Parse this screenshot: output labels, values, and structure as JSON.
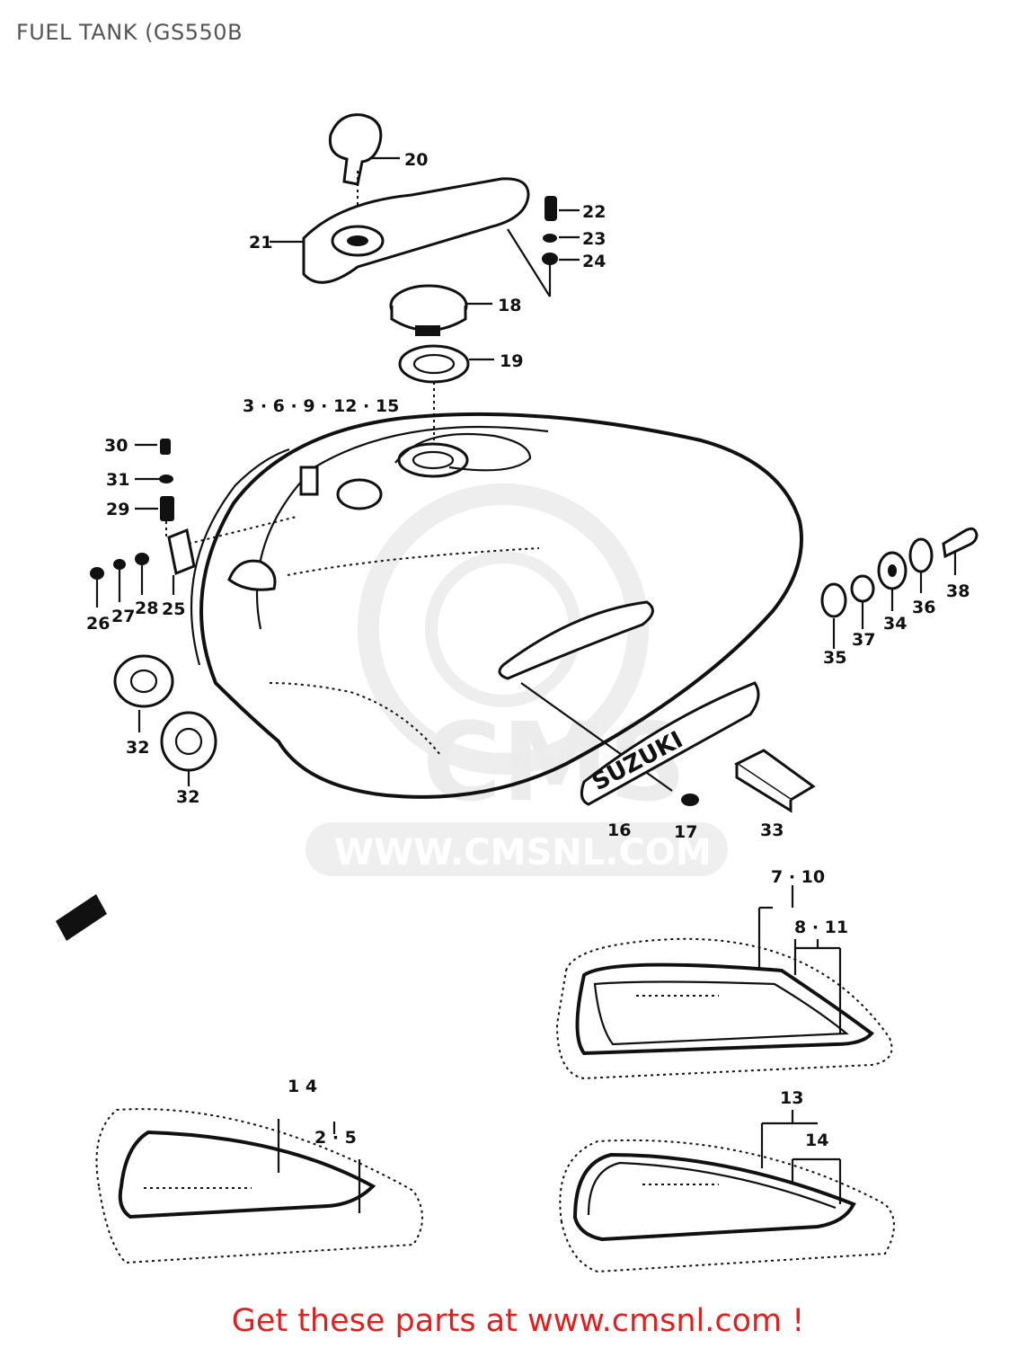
{
  "page": {
    "title": "FUEL TANK (GS550B",
    "footer": "Get these parts at www.cmsnl.com !",
    "watermark_text": "WWW.CMSNL.COM",
    "watermark_logo": "CMS"
  },
  "colors": {
    "title": "#555555",
    "footer": "#e02020",
    "line": "#111111",
    "watermark": "#ececec"
  },
  "callouts": {
    "c20": "20",
    "c21": "21",
    "c22": "22",
    "c23": "23",
    "c24": "24",
    "c18": "18",
    "c19": "19",
    "c3_15": "3 · 6 · 9 · 12 · 15",
    "c30": "30",
    "c31": "31",
    "c29": "29",
    "c26": "26",
    "c27": "27",
    "c28": "28",
    "c25": "25",
    "c32a": "32",
    "c32b": "32",
    "c35": "35",
    "c37": "37",
    "c34": "34",
    "c36": "36",
    "c38": "38",
    "c16": "16",
    "c17": "17",
    "c33": "33",
    "c7_10": "7 · 10",
    "c8_11": "8 · 11",
    "c1_4": "1   4",
    "c2_5": "2 · 5",
    "c13": "13",
    "c14": "14"
  },
  "emblem_text": "SUZUKI"
}
